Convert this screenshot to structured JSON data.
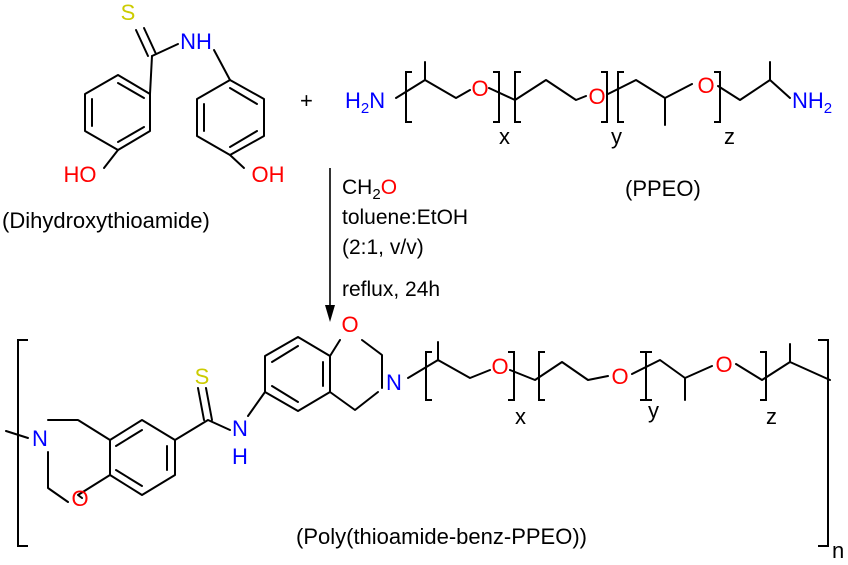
{
  "colors": {
    "oxygen": "#ff0000",
    "nitrogen": "#0000ff",
    "sulfur": "#cccc00",
    "bond": "#000000"
  },
  "reactant1": {
    "name": "(Dihydroxythioamide)",
    "atoms": {
      "S": "S",
      "NH": "NH",
      "HO": "HO",
      "OH": "OH"
    }
  },
  "plus": "+",
  "reactant2": {
    "name": "(PPEO)",
    "atoms": {
      "H2N": "H",
      "H2N_sub": "2",
      "H2N_N": "N",
      "O": "O",
      "NH2": "NH",
      "NH2_sub": "2"
    },
    "subscripts": {
      "x": "x",
      "y": "y",
      "z": "z"
    }
  },
  "conditions": {
    "reagent_main": "CH",
    "reagent_sub": "2",
    "reagent_O": "O",
    "solvent": "toluene:EtOH",
    "ratio": "(2:1, v/v)",
    "time": "reflux, 24h"
  },
  "product": {
    "name": "(Poly(thioamide-benz-PPEO))",
    "atoms": {
      "S": "S",
      "NH_N": "N",
      "NH_H": "H",
      "N": "N",
      "O": "O"
    },
    "subscripts": {
      "x": "x",
      "y": "y",
      "z": "z",
      "n": "n"
    }
  }
}
